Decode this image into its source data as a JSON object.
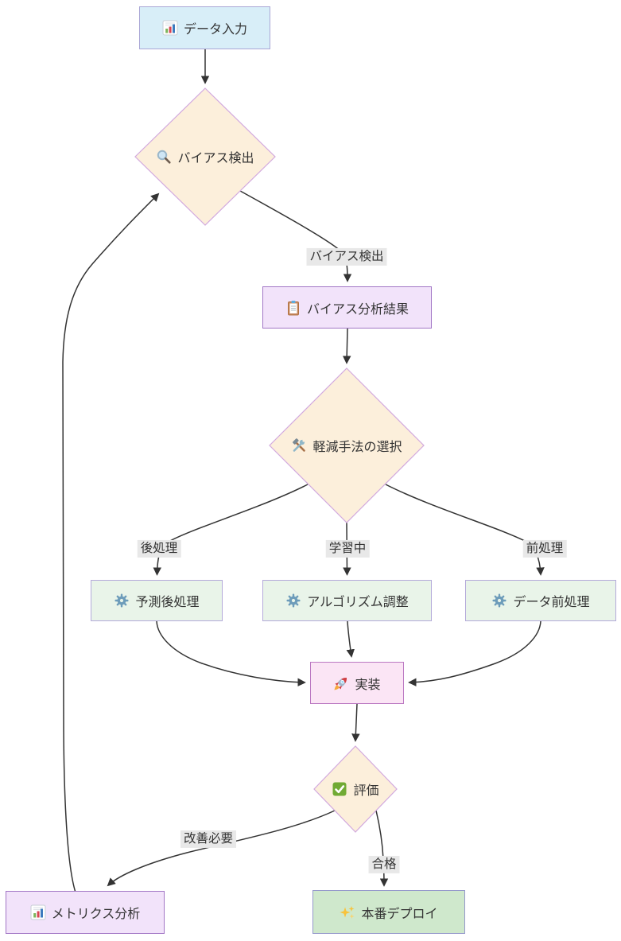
{
  "diagram": {
    "type": "flowchart",
    "direction": "top-down",
    "background": "#ffffff",
    "edge_color": "#333333",
    "edge_label_bg": "#e8e8e8",
    "text_color": "#333333",
    "nodes": [
      {
        "id": "data-input",
        "label": "データ入力",
        "icon": "bar-chart-icon",
        "shape": "rect",
        "fill": "#d8eef8",
        "border": "#aaa7d6"
      },
      {
        "id": "bias-detection",
        "label": "バイアス検出",
        "icon": "magnifier-icon",
        "shape": "diamond",
        "fill": "#fcefdb",
        "border": "#d2a9de"
      },
      {
        "id": "bias-analysis-result",
        "label": "バイアス分析結果",
        "icon": "clipboard-icon",
        "shape": "rect",
        "fill": "#f2e3fa",
        "border": "#a277c6"
      },
      {
        "id": "mitigation-method-selection",
        "label": "軽減手法の選択",
        "icon": "hammer-wrench-icon",
        "shape": "diamond",
        "fill": "#fcefdb",
        "border": "#d2a9de"
      },
      {
        "id": "prediction-postprocessing",
        "label": "予測後処理",
        "icon": "gear-icon",
        "shape": "rect",
        "fill": "#e9f4e9",
        "border": "#b4aada"
      },
      {
        "id": "algorithm-adjustment",
        "label": "アルゴリズム調整",
        "icon": "gear-icon",
        "shape": "rect",
        "fill": "#e9f4e9",
        "border": "#b4aada"
      },
      {
        "id": "data-preprocessing",
        "label": "データ前処理",
        "icon": "gear-icon",
        "shape": "rect",
        "fill": "#e9f4e9",
        "border": "#b4aada"
      },
      {
        "id": "implementation",
        "label": "実装",
        "icon": "rocket-icon",
        "shape": "rect",
        "fill": "#fbe5f5",
        "border": "#bb78c2"
      },
      {
        "id": "evaluation",
        "label": "評価",
        "icon": "check-icon",
        "shape": "diamond",
        "fill": "#fcefdb",
        "border": "#d2a9de"
      },
      {
        "id": "metrics-analysis",
        "label": "メトリクス分析",
        "icon": "bar-chart-icon",
        "shape": "rect",
        "fill": "#f2e3fa",
        "border": "#a277c6"
      },
      {
        "id": "production-deploy",
        "label": "本番デプロイ",
        "icon": "sparkles-icon",
        "shape": "rect",
        "fill": "#cfe8cc",
        "border": "#9599cb"
      }
    ],
    "edges": [
      {
        "from": "data-input",
        "to": "bias-detection",
        "label": ""
      },
      {
        "from": "bias-detection",
        "to": "bias-analysis-result",
        "label": "バイアス検出"
      },
      {
        "from": "bias-analysis-result",
        "to": "mitigation-method-selection",
        "label": ""
      },
      {
        "from": "mitigation-method-selection",
        "to": "prediction-postprocessing",
        "label": "後処理"
      },
      {
        "from": "mitigation-method-selection",
        "to": "algorithm-adjustment",
        "label": "学習中"
      },
      {
        "from": "mitigation-method-selection",
        "to": "data-preprocessing",
        "label": "前処理"
      },
      {
        "from": "prediction-postprocessing",
        "to": "implementation",
        "label": ""
      },
      {
        "from": "algorithm-adjustment",
        "to": "implementation",
        "label": ""
      },
      {
        "from": "data-preprocessing",
        "to": "implementation",
        "label": ""
      },
      {
        "from": "implementation",
        "to": "evaluation",
        "label": ""
      },
      {
        "from": "evaluation",
        "to": "metrics-analysis",
        "label": "改善必要"
      },
      {
        "from": "evaluation",
        "to": "production-deploy",
        "label": "合格"
      },
      {
        "from": "metrics-analysis",
        "to": "bias-detection",
        "label": ""
      }
    ],
    "edge_labels": [
      {
        "id": "bias-detected",
        "label": "バイアス検出"
      },
      {
        "id": "postprocessing",
        "label": "後処理"
      },
      {
        "id": "during-training",
        "label": "学習中"
      },
      {
        "id": "preprocessing",
        "label": "前処理"
      },
      {
        "id": "needs-improvement",
        "label": "改善必要"
      },
      {
        "id": "pass",
        "label": "合格"
      }
    ]
  }
}
